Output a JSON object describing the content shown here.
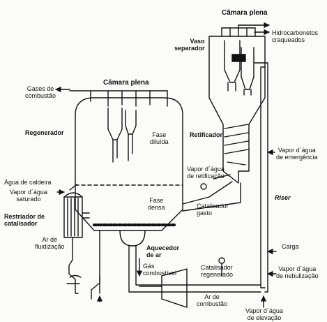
{
  "labels": {
    "camara_plena_top": "Câmara plena",
    "vaso_separador": "Vaso\nseparador",
    "hidrocarbonetos": "Hidrocarbonetos\ncraqueados",
    "camara_plena_regen": "Câmara plena",
    "gases_combustao": "Gases de\ncombustão",
    "regenerador": "Regenerador",
    "fase_diluida": "Fase\ndiluída",
    "retificador": "Retificador",
    "vapor_emergencia": "Vapor d´água\nde emergência",
    "vapor_retificacao": "Vapor d´água\nde retificação",
    "agua_caldeira": "Água de caldeira",
    "vapor_saturado": "Vapor d´água\nsaturado",
    "fase_densa": "Fase\ndensa",
    "riser": "Riser",
    "catalisador_gasto": "Catalisador\ngasto",
    "restriador": "Restriador de\ncatalisador",
    "ar_fluidizacao": "Ar de\nfluidização",
    "aquecedor": "Aquecedor\nde ar",
    "carga": "Carga",
    "gas_combustivel": "Gás\ncombustível",
    "catalisador_regenerado": "Catalisador\nregenerado",
    "vapor_nebulizacao": "Vapor d´água\nde nebulização",
    "ar_combustao": "Ar de\ncombustão",
    "vapor_elevacao": "Vapor d´água\nde elevação"
  }
}
